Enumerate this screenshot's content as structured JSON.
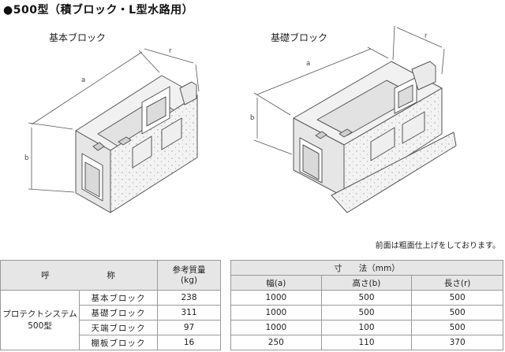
{
  "title": "●500型（積ブロック・L型水路用）",
  "figures": {
    "basic": {
      "label": "基本ブロック",
      "dims": {
        "a": "a",
        "b": "b",
        "r": "r"
      }
    },
    "foundation": {
      "label": "基礎ブロック",
      "dims": {
        "a": "a",
        "b": "b",
        "r": "r"
      }
    }
  },
  "note": "前面は粗面仕上げをしております。",
  "table": {
    "left": {
      "header_call_1": "呼",
      "header_call_2": "称",
      "header_weight_line1": "参考質量",
      "header_weight_line2": "(kg)",
      "system_name_line1": "プロテクトシステム",
      "system_name_line2": "500型",
      "rows": [
        {
          "name": "基本ブロック",
          "weight": "238"
        },
        {
          "name": "基礎ブロック",
          "weight": "311"
        },
        {
          "name": "天端ブロック",
          "weight": "97"
        },
        {
          "name": "棚板ブロック",
          "weight": "16"
        }
      ]
    },
    "right": {
      "header_dims": "寸　　法（mm）",
      "col_width": "幅(a)",
      "col_height": "高さ(b)",
      "col_length": "長さ(r)",
      "rows": [
        {
          "a": "1000",
          "b": "500",
          "r": "500"
        },
        {
          "a": "1000",
          "b": "500",
          "r": "500"
        },
        {
          "a": "1000",
          "b": "100",
          "r": "500"
        },
        {
          "a": "250",
          "b": "110",
          "r": "370"
        }
      ]
    }
  }
}
